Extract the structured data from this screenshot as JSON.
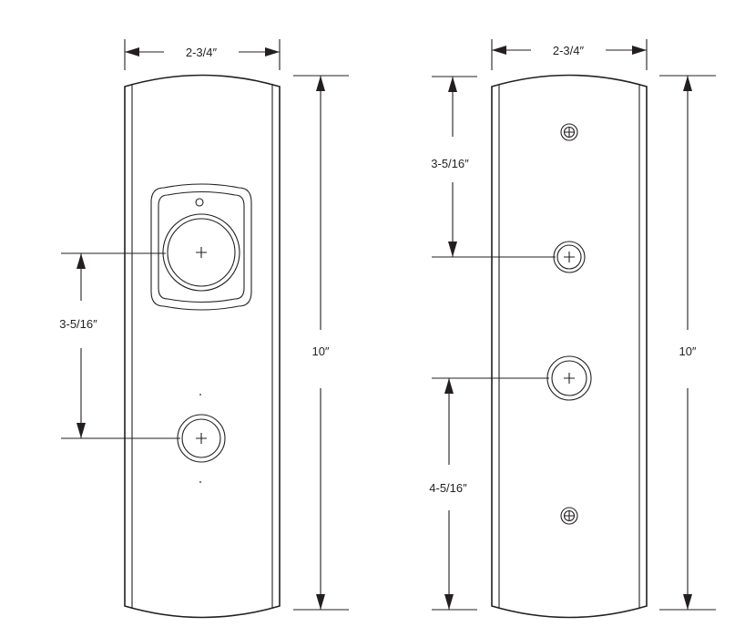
{
  "front_plate": {
    "width_label": "2-3/4″",
    "height_label": "10″",
    "spacing_label": "3-5/16″"
  },
  "back_plate": {
    "width_label": "2-3/4″",
    "height_label": "10″",
    "upper_spacing_label": "3-5/16″",
    "lower_spacing_label": "4-5/16″"
  }
}
